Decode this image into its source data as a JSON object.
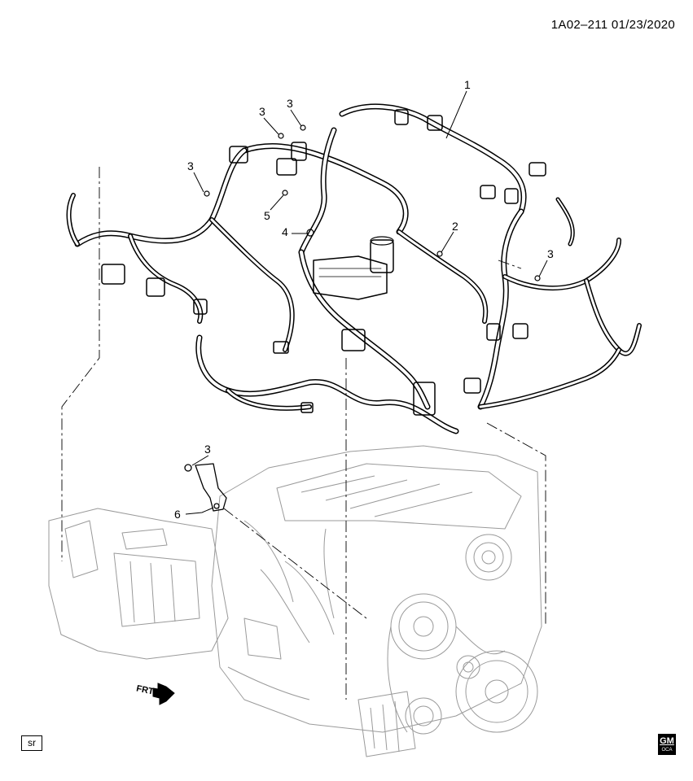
{
  "header": {
    "code": "1A02–211  01/23/2020"
  },
  "callouts": [
    "1",
    "2",
    "3",
    "3",
    "3",
    "3",
    "3",
    "4",
    "5",
    "6"
  ],
  "direction_marker": {
    "label": "FRT"
  },
  "footer": {
    "sr_label": "sr",
    "logo_text": "GM",
    "logo_subtext": "OCA"
  }
}
